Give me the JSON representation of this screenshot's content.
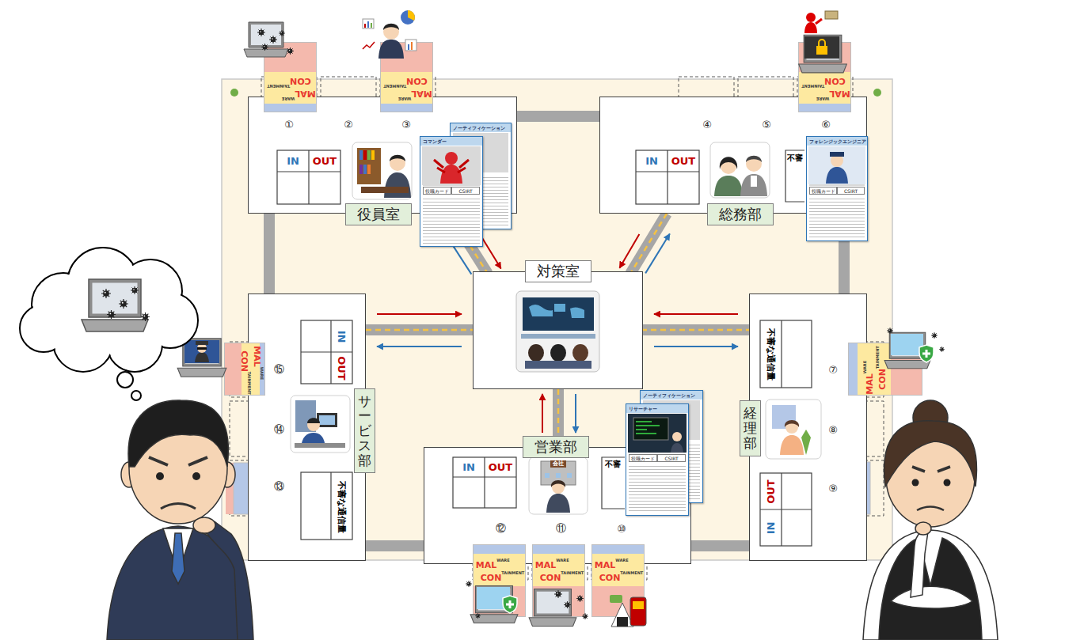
{
  "diagram": {
    "nodes": [
      {
        "text": [
          "役員室"
        ]
      },
      {
        "text": [
          "総務部"
        ]
      },
      {
        "text": [
          "対策室"
        ]
      },
      {
        "text": [
          "サービス部"
        ]
      },
      {
        "text": [
          "経理部"
        ]
      },
      {
        "text": [
          "営業部"
        ]
      },
      {
        "text": [
          "ノーティフィケーション"
        ]
      },
      {
        "text": [
          "コマンダー",
          "役職カード",
          "CSIRT"
        ]
      },
      {
        "text": [
          "フォレンジックエンジニア",
          "役職カード",
          "CSIRT"
        ]
      },
      {
        "text": [
          "ノーティフィケーション"
        ]
      },
      {
        "text": [
          "リサーチャー",
          "役職カード",
          "CSIRT"
        ]
      },
      {
        "text": [
          "MAL",
          "WARE",
          "CON",
          "TAINMENT"
        ]
      },
      {
        "text": [
          "MAL",
          "WARE",
          "CON",
          "TAINMENT"
        ]
      },
      {
        "text": [
          "MAL",
          "WARE",
          "CON",
          "TAINMENT"
        ]
      },
      {
        "text": [
          "MAL",
          "WARE",
          "CON",
          "TAINMENT"
        ]
      },
      {
        "text": [
          "MAL",
          "WARE",
          "CON",
          "TAINMENT"
        ]
      },
      {
        "text": [
          "MAL",
          "WARE",
          "CON",
          "TAINMENT"
        ]
      },
      {
        "text": [
          "MAL",
          "WARE",
          "CON",
          "TAINMENT"
        ]
      },
      {
        "text": [
          "MAL",
          "WARE",
          "CON",
          "TAINMENT"
        ]
      }
    ],
    "edges": [
      {
        "from": 0,
        "to": 2,
        "arrow": "to"
      },
      {
        "from": 2,
        "to": 0,
        "arrow": "to"
      },
      {
        "from": 1,
        "to": 2,
        "arrow": "to"
      },
      {
        "from": 2,
        "to": 1,
        "arrow": "to"
      },
      {
        "from": 3,
        "to": 2,
        "arrow": "to"
      },
      {
        "from": 2,
        "to": 3,
        "arrow": "to"
      },
      {
        "from": 4,
        "to": 2,
        "arrow": "to"
      },
      {
        "from": 2,
        "to": 4,
        "arrow": "to"
      },
      {
        "from": 5,
        "to": 2,
        "arrow": "to"
      },
      {
        "from": 2,
        "to": 5,
        "arrow": "to"
      }
    ],
    "labels": [
      "①",
      "②",
      "③",
      "④",
      "⑤",
      "⑥",
      "⑦",
      "⑧",
      "⑨",
      "⑩",
      "⑪",
      "⑫",
      "⑬",
      "⑭",
      "⑮",
      "IN",
      "OUT",
      "IN",
      "OUT",
      "不審",
      "IN",
      "OUT",
      "不審な通信量",
      "不審な通信量",
      "OUT",
      "IN",
      "IN",
      "OUT",
      "不審",
      "会社"
    ]
  }
}
